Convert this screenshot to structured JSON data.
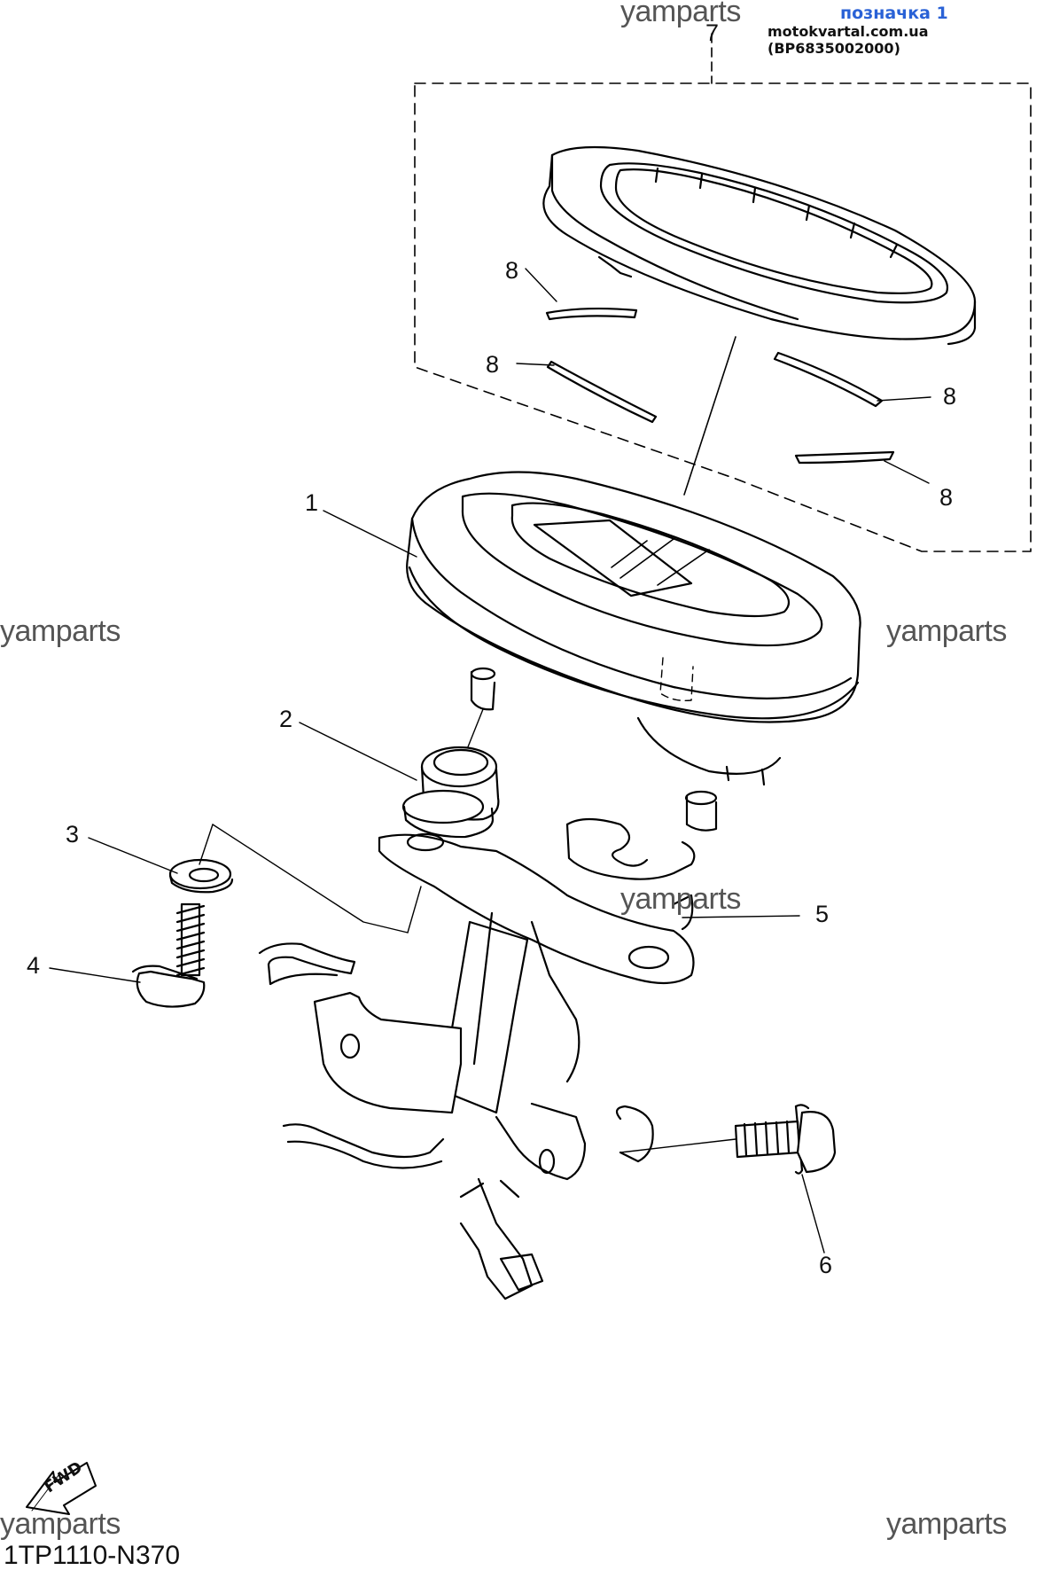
{
  "watermark": "yamparts",
  "stamp": {
    "title": "позначка 1",
    "site": "motokvartal.com.ua (BP6835002000)"
  },
  "callouts": {
    "c1": "1",
    "c2": "2",
    "c3": "3",
    "c4": "4",
    "c5": "5",
    "c6": "6",
    "c7": "7",
    "c8": "8"
  },
  "fwd_label": "FWD",
  "diagram_code": "1TP1110-N370"
}
